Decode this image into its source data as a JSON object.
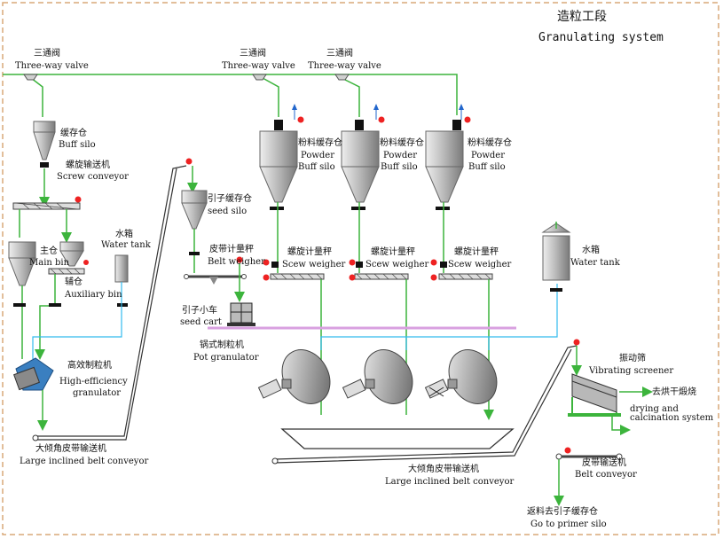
{
  "title": {
    "cn": "造粒工段",
    "en": "Granulating system"
  },
  "valves": [
    {
      "cn": "三通阀",
      "en": "Three-way valve"
    },
    {
      "cn": "三通阀",
      "en": "Three-way valve"
    },
    {
      "cn": "三通阀",
      "en": "Three-way valve"
    }
  ],
  "buff_silo": {
    "cn": "缓存仓",
    "en": "Buff silo"
  },
  "screw_conveyor": {
    "cn": "螺旋输送机",
    "en": "Screw conveyor"
  },
  "main_bin": {
    "cn": "主仓",
    "en": "Main bin"
  },
  "auxiliary_bin": {
    "cn": "辅仓",
    "en": "Auxiliary bin"
  },
  "water_tank_left": {
    "cn": "水箱",
    "en": "Water tank"
  },
  "granulator": {
    "cn": "高效制粒机",
    "en1": "High-efficiency",
    "en2": "granulator"
  },
  "belt_left": {
    "cn": "大倾角皮带输送机",
    "en": "Large inclined belt conveyor"
  },
  "seed_silo": {
    "cn": "引子缓存仓",
    "en": "seed silo"
  },
  "belt_weigher": {
    "cn": "皮带计量秤",
    "en": "Belt weigher"
  },
  "seed_cart": {
    "cn": "引子小车",
    "en": "seed cart"
  },
  "pot_granulator": {
    "cn": "锅式制粒机",
    "en": "Pot granulator"
  },
  "powder_silos": [
    {
      "cn": "粉料缓存仓",
      "en1": "Powder",
      "en2": "Buff silo"
    },
    {
      "cn": "粉料缓存仓",
      "en1": "Powder",
      "en2": "Buff silo"
    },
    {
      "cn": "粉料缓存仓",
      "en1": "Powder",
      "en2": "Buff silo"
    }
  ],
  "screw_weighers": [
    {
      "cn": "螺旋计量秤",
      "en": "Scew weigher"
    },
    {
      "cn": "螺旋计量秤",
      "en": "Scew weigher"
    },
    {
      "cn": "螺旋计量秤",
      "en": "Scew weigher"
    }
  ],
  "water_tank_right": {
    "cn": "水箱",
    "en": "Water tank"
  },
  "vibrating_screener": {
    "cn": "振动筛",
    "en": "Vibrating screener"
  },
  "drying": {
    "cn": "去烘干煅烧",
    "en1": "drying and",
    "en2": "calcination system"
  },
  "belt_center": {
    "cn": "大倾角皮带输送机",
    "en": "Large inclined belt conveyor"
  },
  "belt_conveyor": {
    "cn": "皮带输送机",
    "en": "Belt conveyor"
  },
  "primer": {
    "cn": "返料去引子缓存仓",
    "en": "Go to primer silo"
  },
  "colors": {
    "flow": "#3cb43c",
    "water": "#33bbee",
    "frame": "#d9a878",
    "hopper": "#c0c0c0",
    "alarm": "#ee2222",
    "purple": "#d9a0e0"
  }
}
